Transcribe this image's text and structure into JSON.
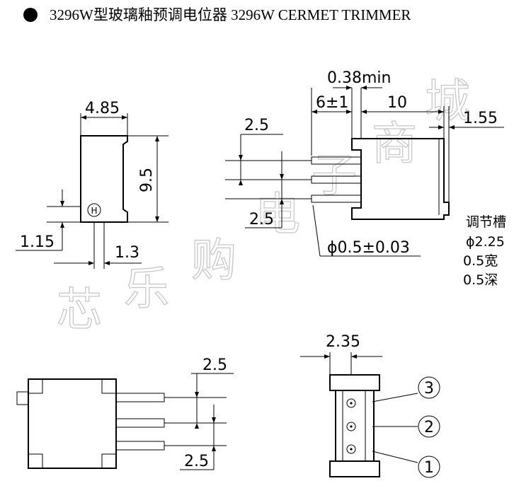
{
  "header": {
    "bullet_icon": "filled-circle-icon",
    "title": "3296W型玻璃釉预调电位器  3296W    CERMET TRIMMER"
  },
  "watermark": [
    "芯",
    "乐",
    "购",
    "电",
    "子",
    "商",
    "城"
  ],
  "front_view": {
    "width_label": "4.85",
    "height_label": "9.5",
    "offset_label": "1.15",
    "pin_label": "1.3",
    "marking_symbol": "H"
  },
  "side_view": {
    "clearance_label": "0.38min",
    "pin_length_label": "6±1",
    "body_length_label": "10",
    "flange_label": "1.55",
    "pitch_top_label": "2.5",
    "pitch_bottom_label": "2.5",
    "pin_diameter_label": "ϕ0.5±0.03"
  },
  "adjust_slot": {
    "title": "调节槽",
    "diameter": "ϕ2.25",
    "width": "0.5宽",
    "depth": "0.5深"
  },
  "bottom_view": {
    "pitch_top_label": "2.5",
    "pitch_bottom_label": "2.5"
  },
  "pin_view": {
    "width_label": "2.35",
    "pins": [
      "3",
      "2",
      "1"
    ]
  }
}
